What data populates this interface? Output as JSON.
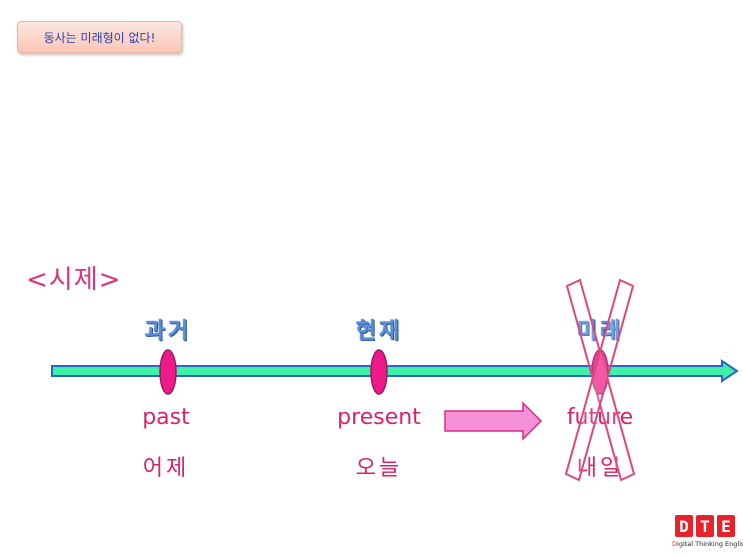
{
  "title_box": {
    "text": "동사는 미래형이 없다!"
  },
  "heading": "<시제>",
  "timeline": [
    {
      "kr_top": "과거",
      "en": "past",
      "kr_bottom": "어제",
      "crossed_out": false
    },
    {
      "kr_top": "현재",
      "en": "present",
      "kr_bottom": "오늘",
      "crossed_out": false
    },
    {
      "kr_top": "미래",
      "en": "future",
      "kr_bottom": "내일",
      "crossed_out": true
    }
  ],
  "colors": {
    "line_fill": "#3ef0a8",
    "line_stroke": "#2a66c9",
    "marker": "#ee1a8a",
    "arrow": "#f690d8",
    "cross": "#e0467e"
  },
  "logo": {
    "letters": [
      "D",
      "T",
      "E"
    ],
    "tagline_first": "D",
    "tagline_rest": "igital Thinking English"
  }
}
